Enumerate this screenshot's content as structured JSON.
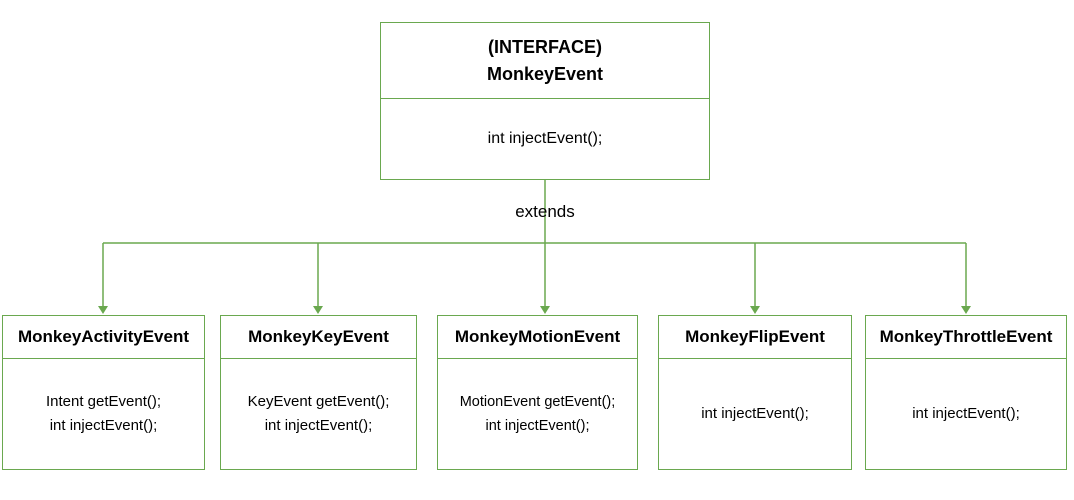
{
  "diagram": {
    "interface_box": {
      "title_line1": "(INTERFACE)",
      "title_line2": "MonkeyEvent",
      "body": [
        "int injectEvent();"
      ]
    },
    "edge_label": "extends",
    "children": [
      {
        "title": "MonkeyActivityEvent",
        "body": [
          "Intent getEvent();",
          "int injectEvent();"
        ]
      },
      {
        "title": "MonkeyKeyEvent",
        "body": [
          "KeyEvent getEvent();",
          "int injectEvent();"
        ]
      },
      {
        "title": "MonkeyMotionEvent",
        "body": [
          "MotionEvent getEvent();",
          "int injectEvent();"
        ]
      },
      {
        "title": "MonkeyFlipEvent",
        "body": [
          "int injectEvent();"
        ]
      },
      {
        "title": "MonkeyThrottleEvent",
        "body": [
          "int injectEvent();"
        ]
      }
    ],
    "colors": {
      "border": "#6aa84f",
      "text": "#000000",
      "background": "#ffffff"
    }
  }
}
